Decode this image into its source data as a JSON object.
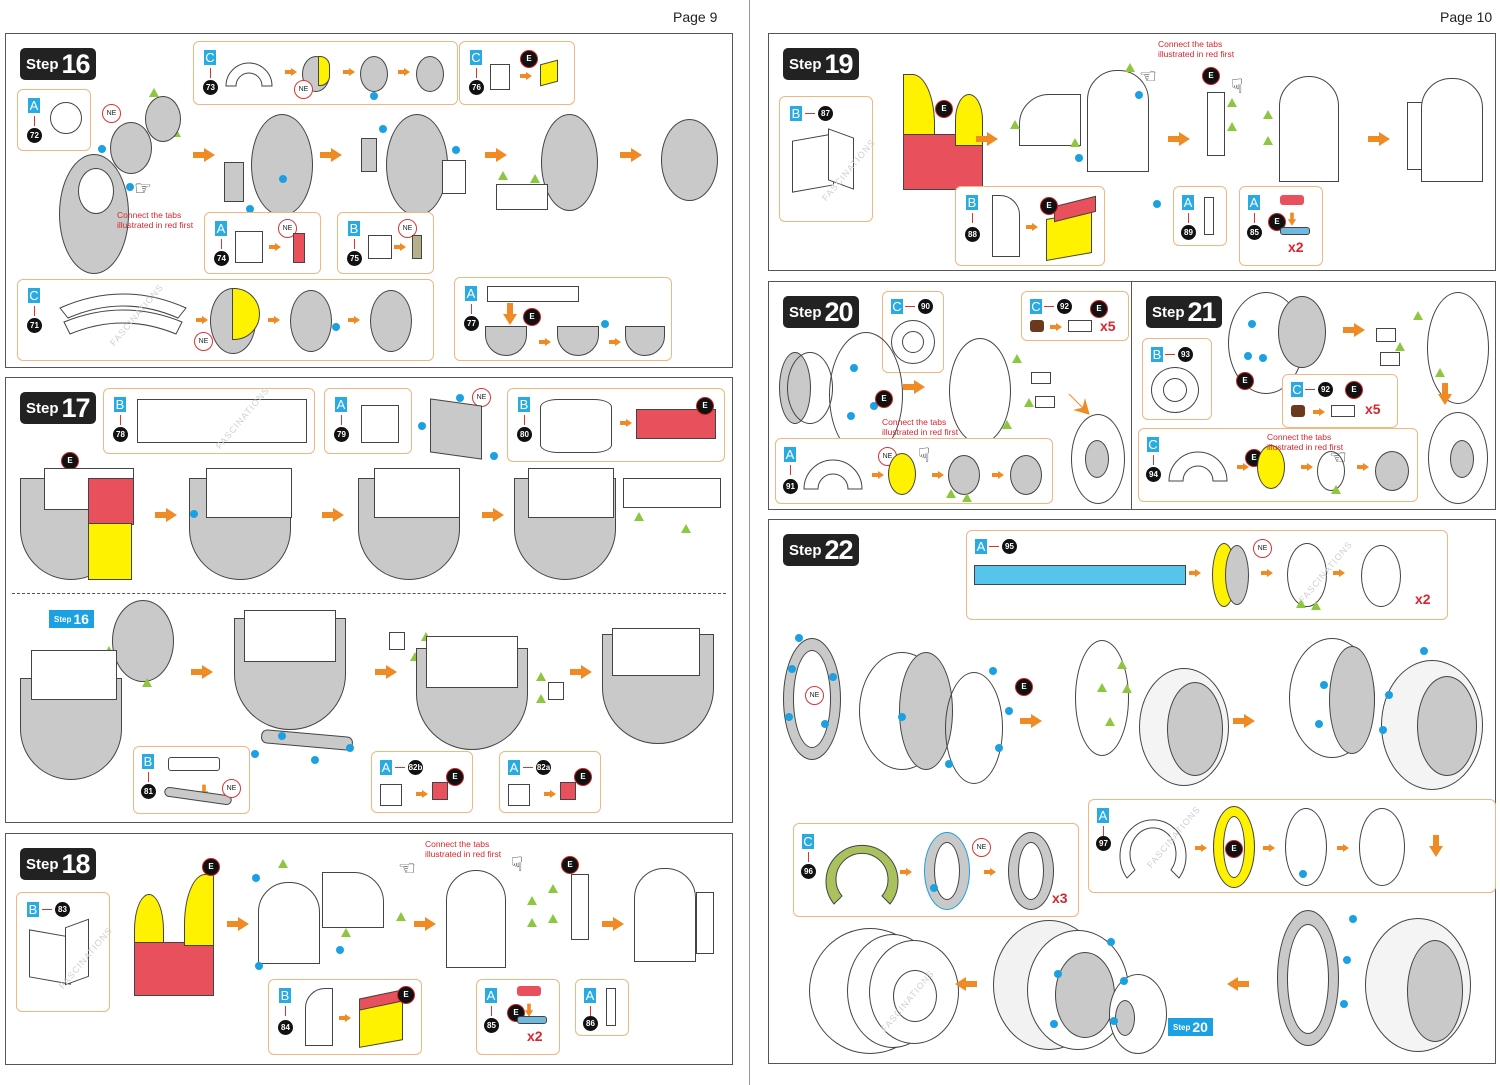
{
  "pages": {
    "left": {
      "label": "Page 9"
    },
    "right": {
      "label": "Page 10"
    }
  },
  "common": {
    "step_word": "Step",
    "ne_label": "NE",
    "e_label": "E",
    "connect_note_line1": "Connect the tabs",
    "connect_note_line2": "illustrated in red first",
    "watermark": "FASCINATIONS"
  },
  "colors": {
    "accent_orange": "#f08a24",
    "sheet_blue": "#29abe2",
    "dot_blue": "#1ba1e2",
    "triangle_green": "#8dc63f",
    "note_red": "#d7262e",
    "callout_border": "#f0b781",
    "highlight_yellow": "#fff200",
    "highlight_red": "#e8505b",
    "part_green": "#a9c25d",
    "part_blue": "#56c5ec"
  },
  "steps": {
    "s16": {
      "number": "16",
      "callouts": [
        {
          "sheet": "A",
          "part": "72"
        },
        {
          "sheet": "C",
          "part": "73"
        },
        {
          "sheet": "C",
          "part": "76"
        },
        {
          "sheet": "A",
          "part": "74"
        },
        {
          "sheet": "B",
          "part": "75"
        },
        {
          "sheet": "C",
          "part": "71"
        },
        {
          "sheet": "A",
          "part": "77"
        }
      ]
    },
    "s17": {
      "number": "17",
      "ref_step": "16",
      "callouts": [
        {
          "sheet": "B",
          "part": "78"
        },
        {
          "sheet": "A",
          "part": "79"
        },
        {
          "sheet": "B",
          "part": "80"
        },
        {
          "sheet": "B",
          "part": "81"
        },
        {
          "sheet": "A",
          "part": "82b"
        },
        {
          "sheet": "A",
          "part": "82a"
        }
      ]
    },
    "s18": {
      "number": "18",
      "callouts": [
        {
          "sheet": "B",
          "part": "83"
        },
        {
          "sheet": "B",
          "part": "84"
        },
        {
          "sheet": "A",
          "part": "85",
          "multiplier": "x2"
        },
        {
          "sheet": "A",
          "part": "86"
        }
      ]
    },
    "s19": {
      "number": "19",
      "callouts": [
        {
          "sheet": "B",
          "part": "87"
        },
        {
          "sheet": "B",
          "part": "88"
        },
        {
          "sheet": "A",
          "part": "89"
        },
        {
          "sheet": "A",
          "part": "85",
          "multiplier": "x2"
        }
      ]
    },
    "s20": {
      "number": "20",
      "callouts": [
        {
          "sheet": "C",
          "part": "90"
        },
        {
          "sheet": "C",
          "part": "92",
          "multiplier": "x5"
        },
        {
          "sheet": "A",
          "part": "91"
        }
      ]
    },
    "s21": {
      "number": "21",
      "callouts": [
        {
          "sheet": "B",
          "part": "93"
        },
        {
          "sheet": "C",
          "part": "92",
          "multiplier": "x5"
        },
        {
          "sheet": "C",
          "part": "94"
        }
      ]
    },
    "s22": {
      "number": "22",
      "ref_step": "20",
      "callouts": [
        {
          "sheet": "A",
          "part": "95",
          "multiplier": "x2"
        },
        {
          "sheet": "C",
          "part": "96",
          "multiplier": "x3"
        },
        {
          "sheet": "A",
          "part": "97"
        }
      ]
    }
  }
}
